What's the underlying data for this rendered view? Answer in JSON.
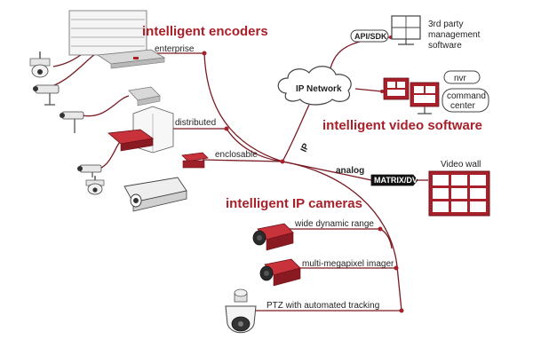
{
  "colors": {
    "accent": "#a8202a",
    "line": "#7a1a22",
    "dark": "#222222",
    "device_silver": "#d8d8d8"
  },
  "headings": {
    "encoders": "intelligent encoders",
    "cameras": "intelligent IP cameras",
    "video_software": "intelligent video software"
  },
  "encoder_labels": {
    "enterprise": "enterprise",
    "distributed": "distributed",
    "enclosable": "enclosable"
  },
  "camera_labels": {
    "wdr": "wide dynamic range",
    "megapixel": "multi-megapixel imager",
    "ptz": "PTZ with automated tracking"
  },
  "network": {
    "cloud_label": "IP Network",
    "ip_label": "IP",
    "api_sdk": "API/SDK",
    "third_party_line1": "3rd party",
    "third_party_line2": "management",
    "third_party_line3": "software",
    "nvr": "nvr",
    "command_line1": "command",
    "command_line2": "center"
  },
  "analog": {
    "label": "analog",
    "matrix": "MATRIX/DVR",
    "video_wall": "Video wall"
  },
  "icons": [
    "server-rack-icon",
    "dome-camera-icon",
    "bullet-camera-icon",
    "encoder-box-icon",
    "ip-camera-icon",
    "ptz-camera-icon",
    "cloud-icon",
    "monitor-icon",
    "video-wall-icon"
  ]
}
